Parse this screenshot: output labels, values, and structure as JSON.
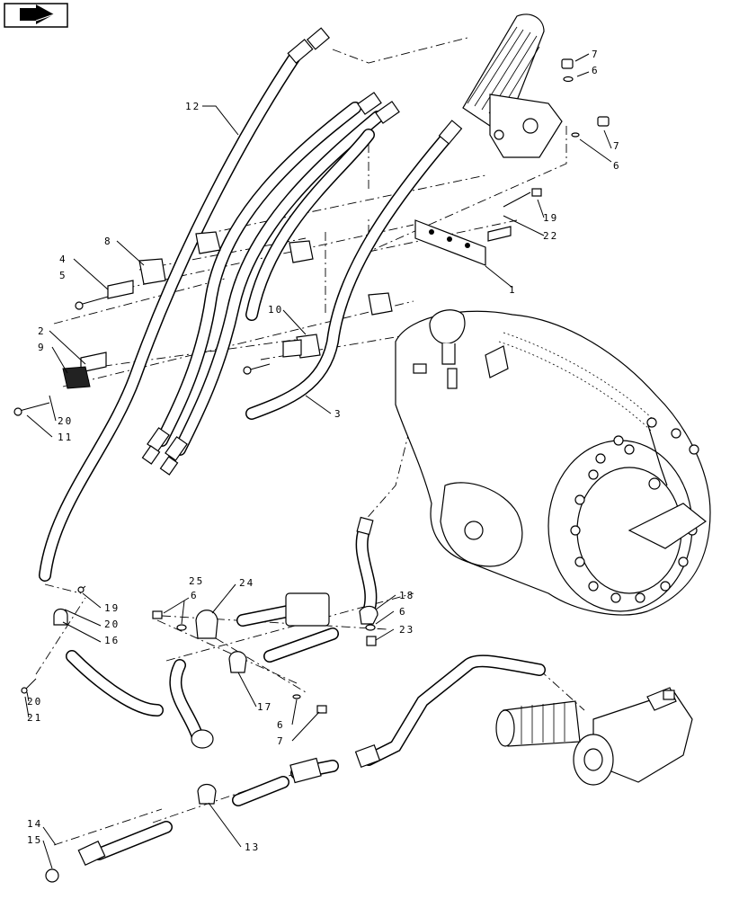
{
  "diagram": {
    "view_icon": "view-arrow-icon",
    "callouts": [
      {
        "id": "c12",
        "text": "12"
      },
      {
        "id": "c7a",
        "text": "7"
      },
      {
        "id": "c6a",
        "text": "6"
      },
      {
        "id": "c7b",
        "text": "7"
      },
      {
        "id": "c6b",
        "text": "6"
      },
      {
        "id": "c19a",
        "text": "19"
      },
      {
        "id": "c22",
        "text": "22"
      },
      {
        "id": "c1",
        "text": "1"
      },
      {
        "id": "c8",
        "text": "8"
      },
      {
        "id": "c4",
        "text": "4"
      },
      {
        "id": "c5",
        "text": "5"
      },
      {
        "id": "c10",
        "text": "10"
      },
      {
        "id": "c2",
        "text": "2"
      },
      {
        "id": "c9",
        "text": "9"
      },
      {
        "id": "c20a",
        "text": "20"
      },
      {
        "id": "c11",
        "text": "11"
      },
      {
        "id": "c3",
        "text": "3"
      },
      {
        "id": "c19b",
        "text": "19"
      },
      {
        "id": "c20b",
        "text": "20"
      },
      {
        "id": "c16",
        "text": "16"
      },
      {
        "id": "c25",
        "text": "25"
      },
      {
        "id": "c6c",
        "text": "6"
      },
      {
        "id": "c24",
        "text": "24"
      },
      {
        "id": "c18",
        "text": "18"
      },
      {
        "id": "c6d",
        "text": "6"
      },
      {
        "id": "c23",
        "text": "23"
      },
      {
        "id": "c20c",
        "text": "20"
      },
      {
        "id": "c21",
        "text": "21"
      },
      {
        "id": "c17",
        "text": "17"
      },
      {
        "id": "c6e",
        "text": "6"
      },
      {
        "id": "c7c",
        "text": "7"
      },
      {
        "id": "c14",
        "text": "14"
      },
      {
        "id": "c15",
        "text": "15"
      },
      {
        "id": "c13",
        "text": "13"
      }
    ]
  }
}
